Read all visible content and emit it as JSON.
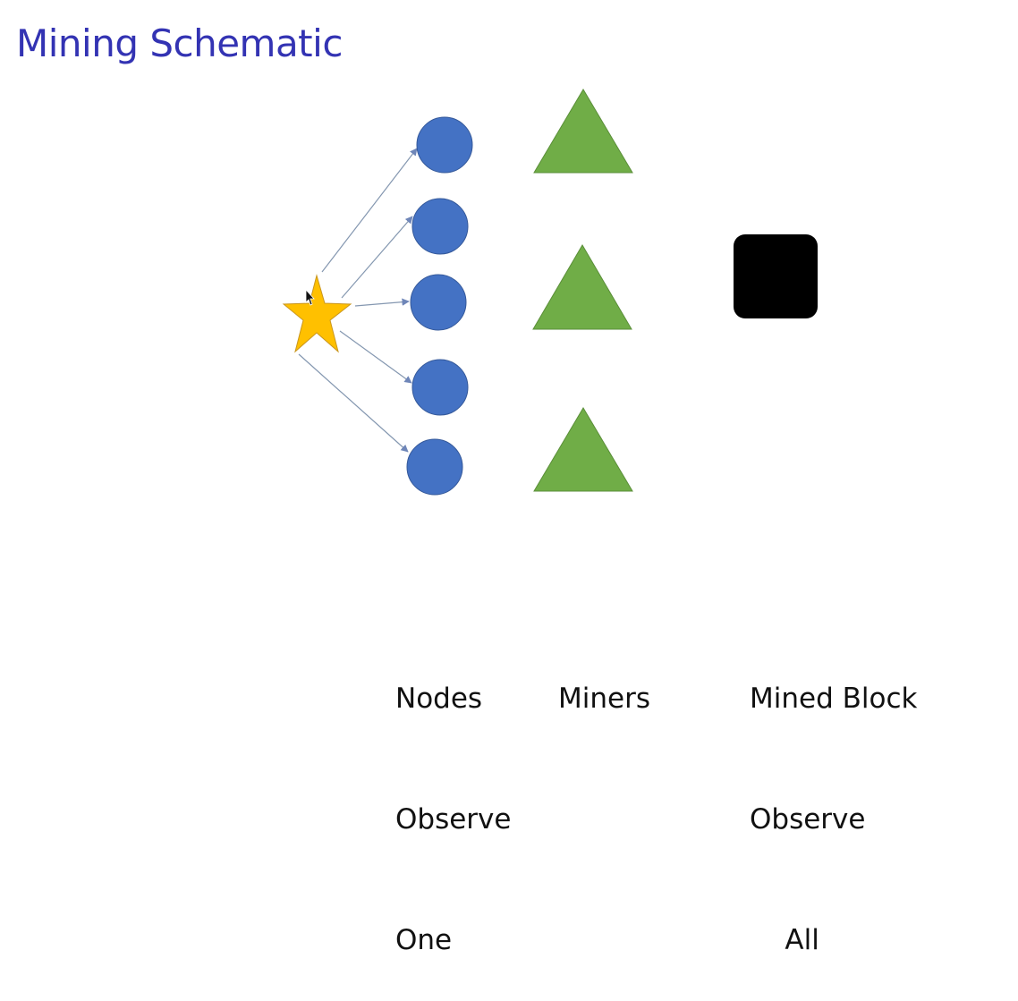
{
  "title": "Mining Schematic",
  "colors": {
    "title": "#3333b3",
    "node": "#4472c4",
    "miner": "#70ad47",
    "star": "#ffc000",
    "block": "#000000",
    "arrow": "#8497b0"
  },
  "icons": {
    "source": "star-icon",
    "node": "circle-icon",
    "miner": "triangle-icon",
    "block": "rounded-square-icon"
  },
  "labels": {
    "nodes": [
      "Nodes",
      "Observe",
      "One"
    ],
    "miners": [
      "Miners"
    ],
    "block": [
      "Mined Block",
      "Observe",
      "    All"
    ]
  }
}
